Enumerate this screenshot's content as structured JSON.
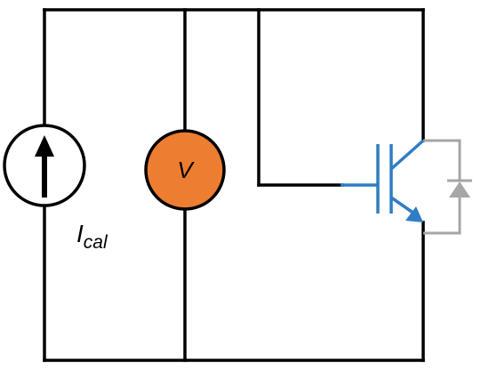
{
  "current_source": {
    "label_main": "I",
    "label_sub": "cal"
  },
  "voltmeter": {
    "label": "V",
    "fill_color": "#ed7d31"
  },
  "igbt": {
    "color": "#2f7dc4"
  },
  "diode": {
    "color": "#a6a6a6"
  },
  "wire_color": "#000000"
}
